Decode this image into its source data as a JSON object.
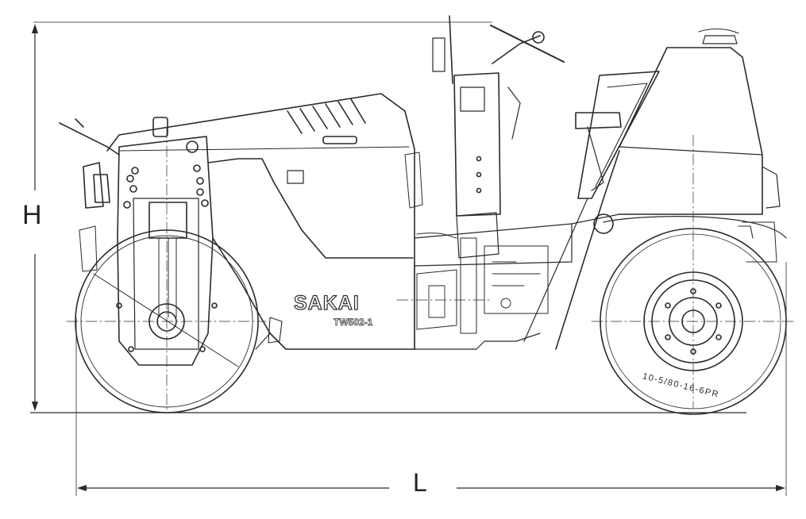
{
  "dimensions": {
    "height_label": "H",
    "length_label": "L"
  },
  "machine": {
    "brand": "SAKAI",
    "model": "TW502-1",
    "tire_marking": "10-5/80-16-6PR"
  },
  "icons": {
    "roller": "tandem-roller-line-drawing",
    "drum": "front-drum",
    "tire": "rear-tire"
  },
  "colors": {
    "line": "#2a2a2a",
    "background": "#ffffff"
  }
}
